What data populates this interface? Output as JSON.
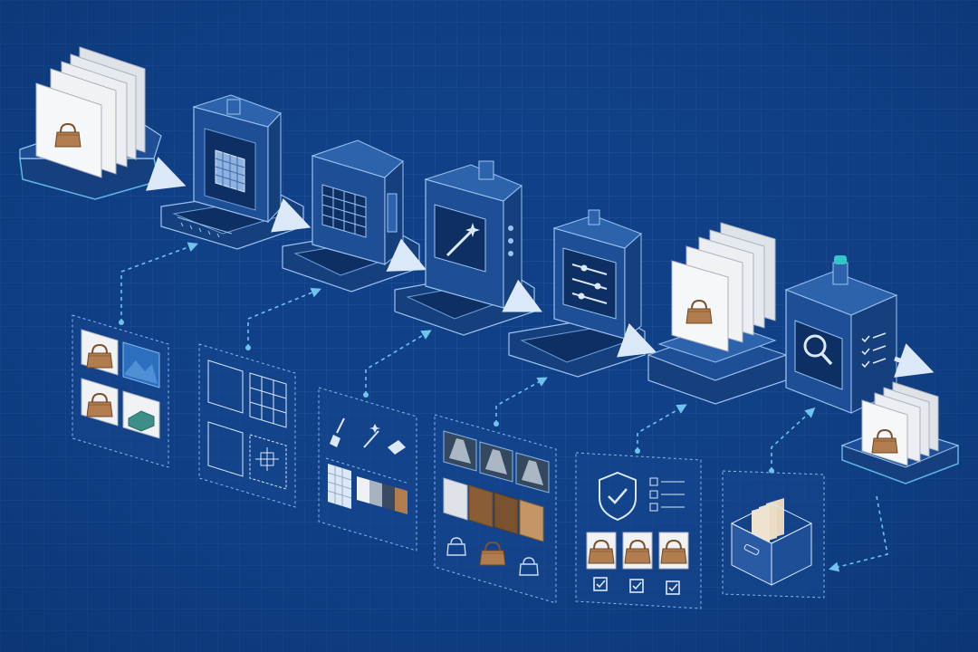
{
  "diagram": {
    "stages": [
      {
        "id": "input-tray",
        "kind": "tray"
      },
      {
        "id": "scanner-machine",
        "kind": "machine"
      },
      {
        "id": "grid-machine",
        "kind": "machine"
      },
      {
        "id": "wand-machine",
        "kind": "machine"
      },
      {
        "id": "adjust-machine",
        "kind": "machine"
      },
      {
        "id": "output-stack",
        "kind": "tray"
      },
      {
        "id": "inspection-machine",
        "kind": "machine"
      },
      {
        "id": "final-tray",
        "kind": "tray"
      }
    ],
    "panels": [
      {
        "id": "source-images",
        "content": [
          "handbag-photo",
          "landscape-photo",
          "handbag-photo",
          "fabric-photo"
        ]
      },
      {
        "id": "crop-layouts",
        "content": [
          "frame",
          "grid",
          "frame",
          "crop-target"
        ]
      },
      {
        "id": "retouch-tools",
        "content": [
          "brush",
          "magic-wand",
          "eraser",
          "transparency",
          "swatches"
        ]
      },
      {
        "id": "lighting-materials",
        "content": [
          "spotlights",
          "marble",
          "wood",
          "leather",
          "bag-variants"
        ]
      },
      {
        "id": "quality-check",
        "content": [
          "shield-check",
          "checklist",
          "approved-images"
        ]
      },
      {
        "id": "archive",
        "content": [
          "storage-box"
        ]
      }
    ]
  },
  "colors": {
    "background": "#0f3f86",
    "grid_line": "#2a5aa3",
    "machine_face": "#1e4f96",
    "machine_top": "#2d63ad",
    "machine_side": "#163f7e",
    "outline": "#9cc3f0",
    "arrow": "#dbe8f8",
    "connector": "#6fc4ee",
    "handbag": "#b27d4e",
    "card": "#eef0f3",
    "accent_teal": "#35c6c9"
  }
}
